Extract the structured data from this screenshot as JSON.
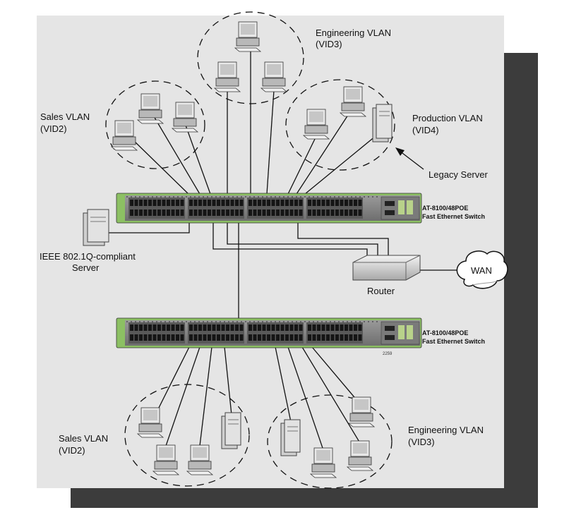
{
  "labels": {
    "engineering_top": [
      "Engineering VLAN",
      "(VID3)"
    ],
    "sales_top": [
      "Sales VLAN",
      "(VID2)"
    ],
    "production": [
      "Production VLAN",
      "(VID4)"
    ],
    "legacy_server": "Legacy Server",
    "switch_top": [
      "AT-8100/48POE",
      "Fast Ethernet Switch"
    ],
    "ieee_server": [
      "IEEE 802.1Q-compliant",
      "Server"
    ],
    "wan": "WAN",
    "router": "Router",
    "switch_bottom": [
      "AT-8100/48POE",
      "Fast Ethernet Switch"
    ],
    "figure_number": "2259",
    "sales_bottom": [
      "Sales VLAN",
      "(VID2)"
    ],
    "engineering_bottom": [
      "Engineering VLAN",
      "(VID3)"
    ]
  },
  "colors": {
    "background_panel": "#e5e5e5",
    "shadow": "#3c3c3c",
    "switch_green": "#8cc063",
    "line": "#111111"
  }
}
